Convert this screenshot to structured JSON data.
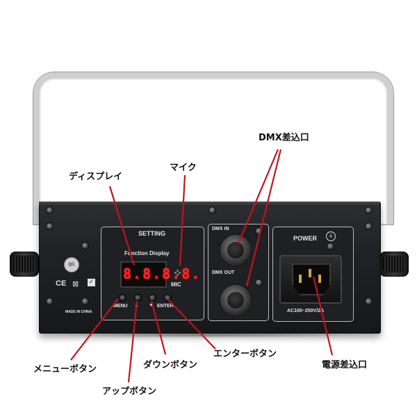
{
  "callouts": {
    "display": "ディスプレイ",
    "mic": "マイク",
    "dmx_port": "DMX差込口",
    "menu_button": "メニューボタン",
    "up_button": "アップボタン",
    "down_button": "ダウンボタン",
    "enter_button": "エンターボタン",
    "power_port": "電源差込口"
  },
  "panel": {
    "setting_title": "SETTING",
    "function_display": "Function Display",
    "segment_display": "8.8.8.8.",
    "mic_label": "MIC",
    "menu_label": "MENU",
    "up_arrow": "▲",
    "down_arrow": "▼",
    "enter_label": "ENTER",
    "dmx_in": "DMX IN",
    "dmx_out": "DMX OUT",
    "power_title": "POWER",
    "voltage": "AC100~250V/2A",
    "made_in": "MADE IN CHINA",
    "qc": "QC"
  },
  "colors": {
    "housing": "#1e2023",
    "panel": "#26282b",
    "leader_line": "#c0141c",
    "segment": "#ff2a2a",
    "handle": "#d9d9d9"
  },
  "icons": [
    "ce-mark-icon",
    "recycle-bin-icon",
    "check-icon",
    "ground-icon"
  ]
}
